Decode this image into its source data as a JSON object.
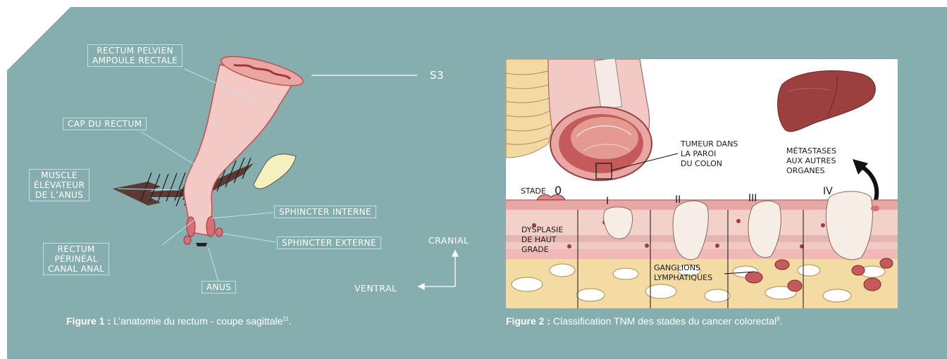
{
  "colors": {
    "panel": "#86aeae",
    "tissue": "#f3c9c6",
    "tissue_dark": "#c0504f",
    "label_border": "#bfe0f2",
    "muscle": "#5a3a33",
    "liver": "#9b3f3f"
  },
  "figure1": {
    "labels": {
      "rectum_pelvien": "RECTUM PELVIEN",
      "ampoule": "AMPOULE RECTALE",
      "s3": "S3",
      "cap": "CAP DU RECTUM",
      "muscle1": "MUSCLE",
      "muscle2": "ÉLÉVATEUR",
      "muscle3": "DE L’ANUS",
      "sph_int": "SPHINCTER INTERNE",
      "sph_ext": "SPHINCTER EXTERNE",
      "rp1": "RECTUM",
      "rp2": "PÉRINÉAL",
      "rp3": "CANAL ANAL",
      "anus": "ANUS",
      "cranial": "CRANIAL",
      "ventral": "VENTRAL"
    },
    "caption_bold": "Figure 1 :",
    "caption_text": " L’anatomie du rectum - coupe sagittale",
    "caption_ref": "11",
    "caption_end": "."
  },
  "figure2": {
    "labels": {
      "tumeur1": "TUMEUR DANS",
      "tumeur2": "LA PAROI",
      "tumeur3": "DU COLON",
      "meta1": "MÉTASTASES",
      "meta2": "AUX AUTRES",
      "meta3": "ORGANES",
      "stade": "STADE",
      "s0": "0",
      "s1": "I",
      "s2": "II",
      "s3": "III",
      "s4": "IV",
      "dys1": "DYSPLASIE",
      "dys2": "DE HAUT",
      "dys3": "GRADE",
      "gang1": "GANGLIONS",
      "gang2": "LYMPHATIQUES"
    },
    "caption_bold": "Figure 2 :",
    "caption_text": " Classification TNM des stades du cancer colorectal",
    "caption_ref": "9",
    "caption_end": "."
  }
}
